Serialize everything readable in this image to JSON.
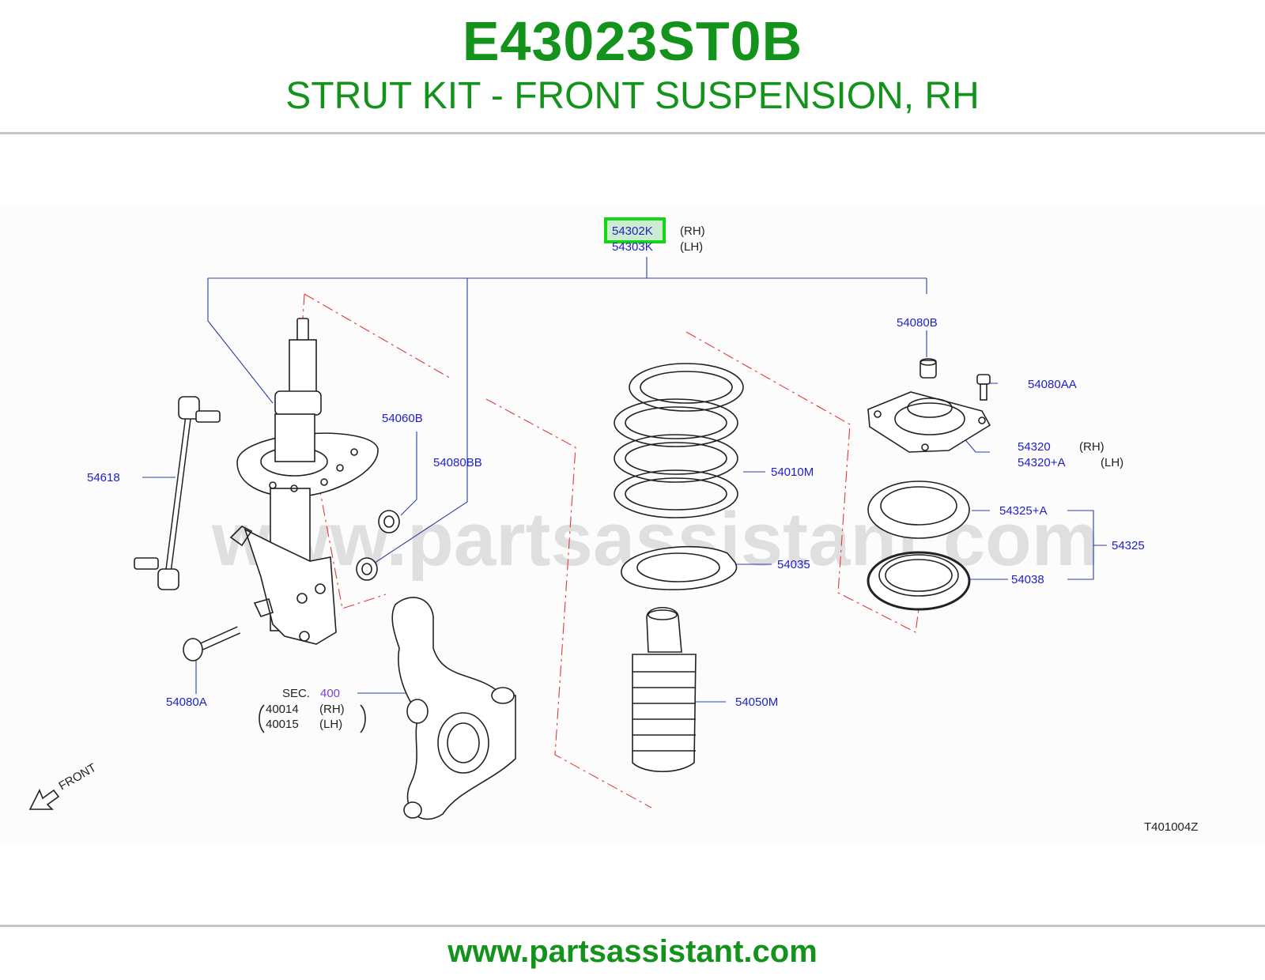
{
  "header": {
    "part_number": "E43023ST0B",
    "title": "STRUT KIT - FRONT SUSPENSION, RH"
  },
  "diagram": {
    "callouts": {
      "strut_rh": "54302K",
      "strut_rh_side": "(RH)",
      "strut_lh": "54303K",
      "strut_lh_side": "(LH)",
      "nut_top": "54080B",
      "bolt_mount": "54080AA",
      "mount_rh": "54320",
      "mount_rh_side": "(RH)",
      "mount_lh": "54320+A",
      "mount_lh_side": "(LH)",
      "bearing_a": "54325+A",
      "bearing_group": "54325",
      "bearing_b": "54038",
      "spring": "54010M",
      "seat": "54035",
      "bump_boot": "54050M",
      "stabilizer_link": "54618",
      "nut_60b": "54060B",
      "nut_80bb": "54080BB",
      "bolt_80a": "54080A",
      "sec_label": "SEC.",
      "sec_number": "400",
      "knuckle_rh": "40014",
      "knuckle_rh_side": "(RH)",
      "knuckle_lh": "40015",
      "knuckle_lh_side": "(LH)"
    },
    "front_label": "FRONT",
    "diagram_code": "T401004Z",
    "watermark": "www.partsassistant.com",
    "highlight_color": "#14d614"
  },
  "footer": {
    "url": "www.partsassistant.com"
  }
}
